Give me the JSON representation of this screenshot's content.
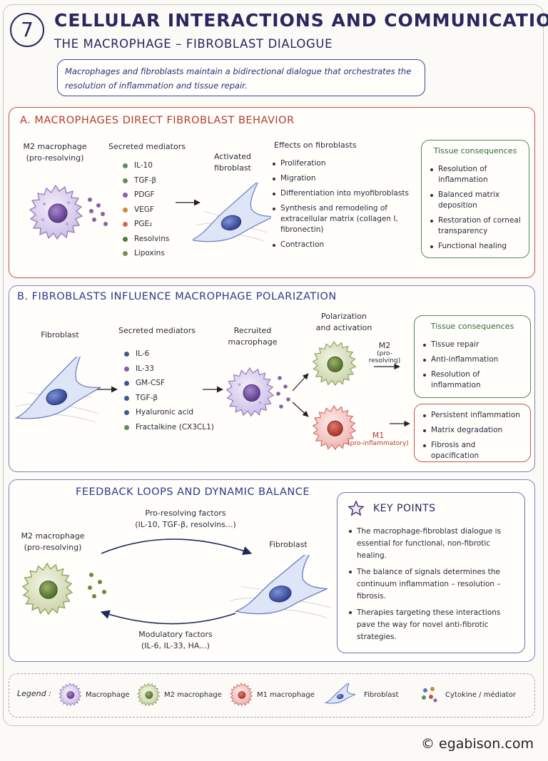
{
  "header": {
    "badge": "7",
    "title": "CELLULAR INTERACTIONS AND COMMUNICATION",
    "subtitle": "THE MACROPHAGE – FIBROBLAST DIALOGUE",
    "intro": "Macrophages and fibroblasts maintain a bidirectional dialogue that orchestrates the resolution of inflammation and tissue repair."
  },
  "sectionA": {
    "title": "A. MACROPHAGES DIRECT FIBROBLAST BEHAVIOR",
    "source_label_1": "M2 macrophage",
    "source_label_2": "(pro-resolving)",
    "mediators_title": "Secreted mediators",
    "mediators": [
      {
        "label": "IL-10",
        "color": "#5c8f5a"
      },
      {
        "label": "TGF-β",
        "color": "#5c8f5a"
      },
      {
        "label": "PDGF",
        "color": "#8a5fa8"
      },
      {
        "label": "VEGF",
        "color": "#d08a3a"
      },
      {
        "label": "PGE₂",
        "color": "#d06a4a"
      },
      {
        "label": "Resolvins",
        "color": "#4f7a3e"
      },
      {
        "label": "Lipoxins",
        "color": "#7a8a5a"
      }
    ],
    "target_label_1": "Activated",
    "target_label_2": "fibroblast",
    "effects_title": "Effects on fibroblasts",
    "effects": [
      "Proliferation",
      "Migration",
      "Differentiation into myofibroblasts",
      "Synthesis and remodeling of extracellular matrix (collagen I, fibronectin)",
      "Contraction"
    ],
    "consequences_title": "Tissue consequences",
    "consequences": [
      "Resolution of inflammation",
      "Balanced matrix deposition",
      "Restoration of corneal transparency",
      "Functional healing"
    ]
  },
  "sectionB": {
    "title": "B. FIBROBLASTS INFLUENCE MACROPHAGE POLARIZATION",
    "source_label": "Fibroblast",
    "mediators_title": "Secreted mediators",
    "mediators": [
      {
        "label": "IL-6",
        "color": "#3a5a9a"
      },
      {
        "label": "IL-33",
        "color": "#8a5fa8"
      },
      {
        "label": "GM-CSF",
        "color": "#3a5a9a"
      },
      {
        "label": "TGF-β",
        "color": "#3a5a9a"
      },
      {
        "label": "Hyaluronic acid",
        "color": "#3a5a9a"
      },
      {
        "label": "Fractalkine (CX3CL1)",
        "color": "#5c8f5a"
      }
    ],
    "recruited_1": "Recruited",
    "recruited_2": "macrophage",
    "polarization_1": "Polarization",
    "polarization_2": "and activation",
    "m2_label": "M2",
    "m2_sub": "(pro-resolving)",
    "m1_label": "M1",
    "m1_sub": "(pro-inflammatory)",
    "m2_consequences_title": "Tissue consequences",
    "m2_consequences": [
      "Tissue repair",
      "Anti-inflammation",
      "Resolution of inflammation"
    ],
    "m1_consequences": [
      "Persistent inflammation",
      "Matrix degradation",
      "Fibrosis and opacification"
    ]
  },
  "sectionC": {
    "title": "FEEDBACK LOOPS AND DYNAMIC BALANCE",
    "macro_label_1": "M2 macrophage",
    "macro_label_2": "(pro-resolving)",
    "fibro_label": "Fibroblast",
    "top_arrow_1": "Pro-resolving factors",
    "top_arrow_2": "(IL-10, TGF-β, resolvins...)",
    "bottom_arrow_1": "Modulatory factors",
    "bottom_arrow_2": "(IL-6, IL-33, HA...)"
  },
  "keypoints": {
    "title": "KEY POINTS",
    "items": [
      "The macrophage-fibroblast dialogue is essential for functional, non-fibrotic healing.",
      "The balance of signals determines the continuum inflammation – resolution – fibrosis.",
      "Therapies targeting these interactions pave the way for novel anti-fibrotic strategies."
    ]
  },
  "legend": {
    "title": "Legend :",
    "macrophage": "Macrophage",
    "m2": "M2 macrophage",
    "m1": "M1 macrophage",
    "fibroblast": "Fibroblast",
    "cytokine": "Cytokine / médiator"
  },
  "footer": {
    "credit": "© egabison.com"
  },
  "colors": {
    "navy": "#2a2660",
    "red_section": "#b63a2e",
    "blue_section": "#2a3b88",
    "green_box": "#3d7a4a",
    "m1_box": "#c0504a"
  }
}
